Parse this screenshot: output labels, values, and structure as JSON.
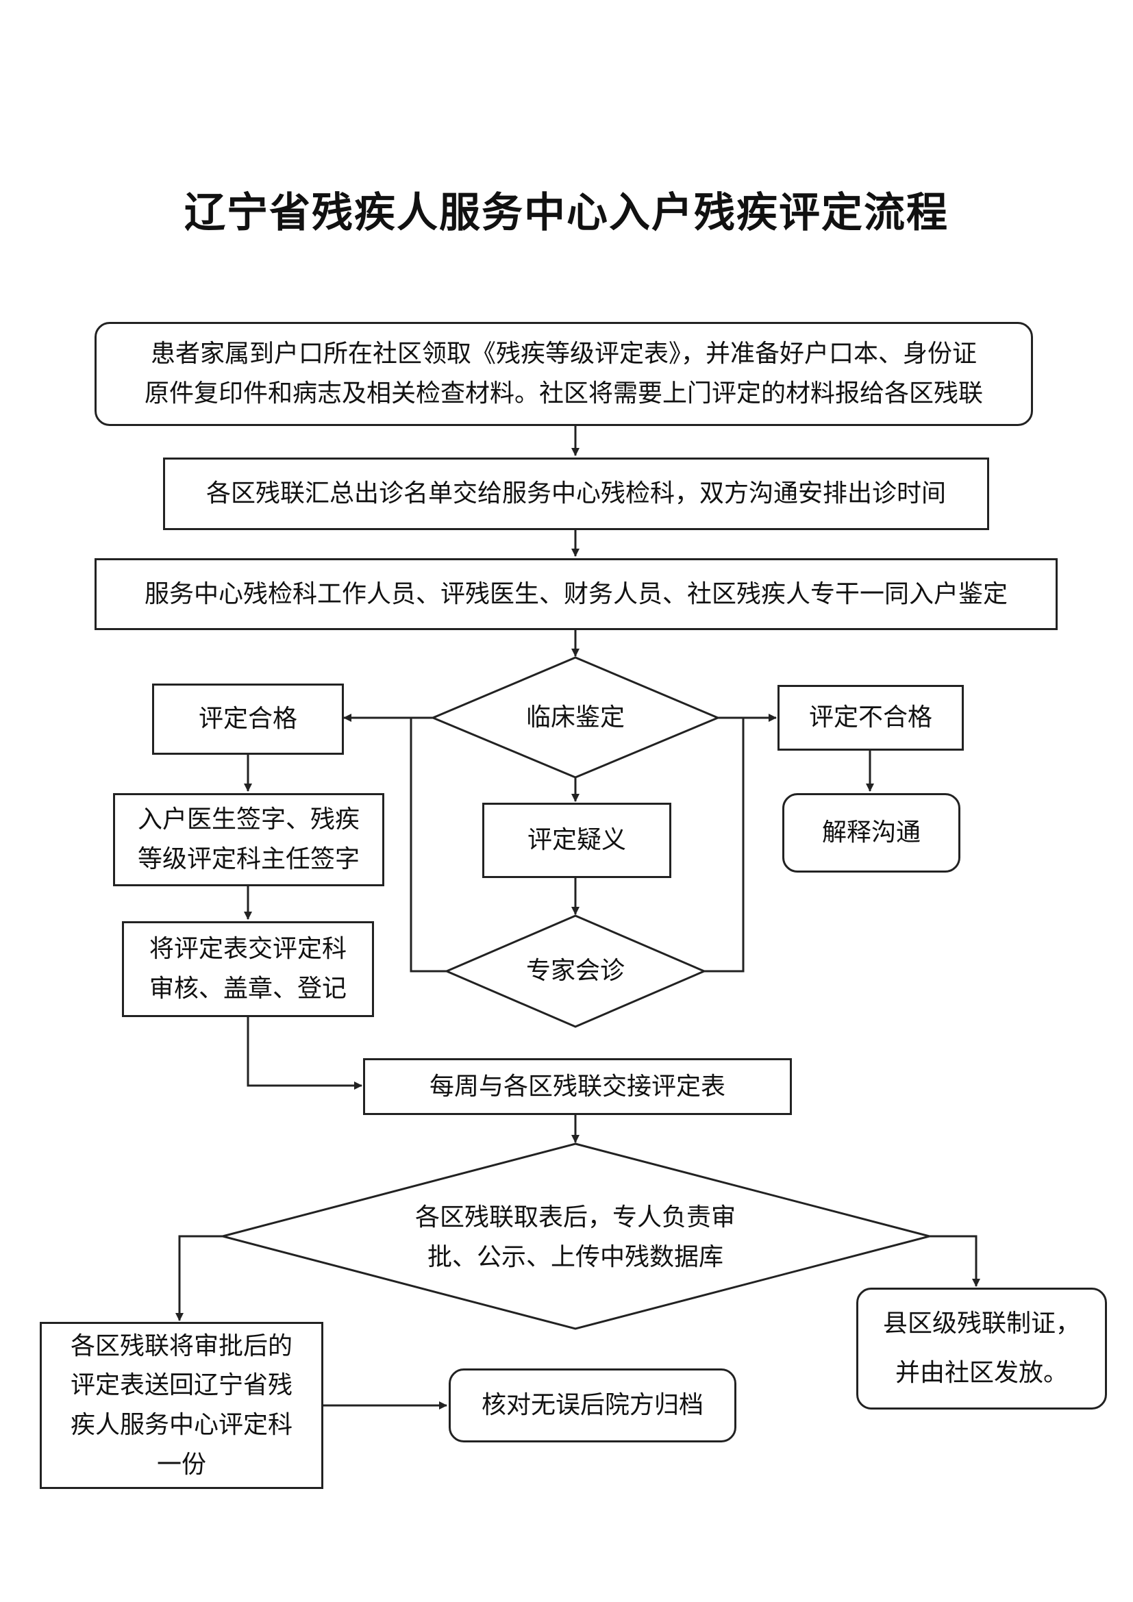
{
  "title": "辽宁省残疾人服务中心入户残疾评定流程",
  "nodes": {
    "step1": [
      "患者家属到户口所在社区领取《残疾等级评定表》，并准备好户口本、身份证",
      "原件复印件和病志及相关检查材料。社区将需要上门评定的材料报给各区残联"
    ],
    "step2": "各区残联汇总出诊名单交给服务中心残检科，双方沟通安排出诊时间",
    "step3": "服务中心残检科工作人员、评残医生、财务人员、社区残疾人专干一同入户鉴定",
    "clinical": "临床鉴定",
    "qualified": "评定合格",
    "unqualified": "评定不合格",
    "doubt": "评定疑义",
    "expert": "专家会诊",
    "explain": "解释沟通",
    "sign": [
      "入户医生签字、残疾",
      "等级评定科主任签字"
    ],
    "submit": [
      "将评定表交评定科",
      "审核、盖章、登记"
    ],
    "weekly": "每周与各区残联交接评定表",
    "approve": [
      "各区残联取表后，专人负责审",
      "批、公示、上传中残数据库"
    ],
    "return_form": [
      "各区残联将审批后的",
      "评定表送回辽宁省残",
      "疾人服务中心评定科",
      "一份"
    ],
    "archive": "核对无误后院方归档",
    "certificate": [
      "县区级残联制证，",
      "并由社区发放。"
    ]
  }
}
